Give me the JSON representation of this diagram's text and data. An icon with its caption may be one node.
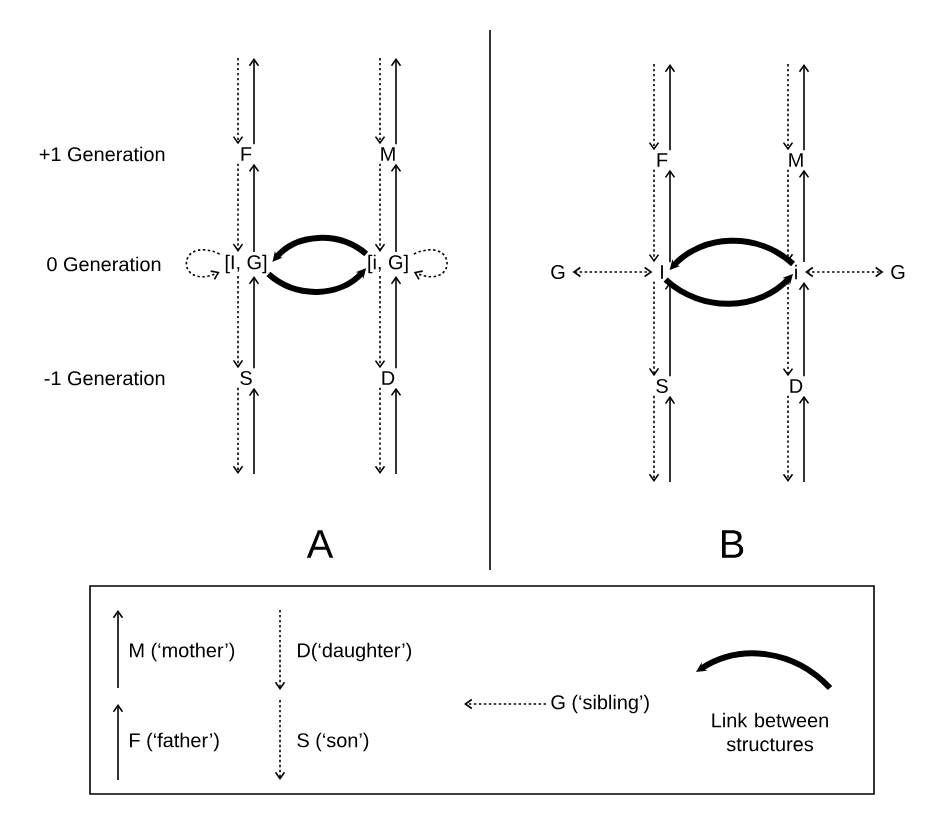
{
  "diagram": {
    "nodes": [
      {
        "text": [
          "F"
        ]
      },
      {
        "text": [
          "M"
        ]
      },
      {
        "text": [
          "[I, G]"
        ]
      },
      {
        "text": [
          "[i, G]"
        ]
      },
      {
        "text": [
          "S"
        ]
      },
      {
        "text": [
          "D"
        ]
      },
      {
        "text": [
          "F"
        ]
      },
      {
        "text": [
          "M"
        ]
      },
      {
        "text": [
          "I"
        ]
      },
      {
        "text": [
          "i"
        ]
      },
      {
        "text": [
          "S"
        ]
      },
      {
        "text": [
          "D"
        ]
      },
      {
        "text": [
          "G"
        ]
      },
      {
        "text": [
          "G"
        ]
      }
    ],
    "edges": [
      {
        "from": null,
        "to": 0,
        "arrow": "to",
        "style": "dashed"
      },
      {
        "from": 0,
        "to": null,
        "arrow": "to"
      },
      {
        "from": 0,
        "to": 2,
        "arrow": "to",
        "style": "dashed"
      },
      {
        "from": 2,
        "to": 0,
        "arrow": "to"
      },
      {
        "from": null,
        "to": 1,
        "arrow": "to",
        "style": "dashed"
      },
      {
        "from": 1,
        "to": null,
        "arrow": "to"
      },
      {
        "from": 1,
        "to": 3,
        "arrow": "to",
        "style": "dashed"
      },
      {
        "from": 3,
        "to": 1,
        "arrow": "to"
      },
      {
        "from": 2,
        "to": 4,
        "arrow": "to",
        "style": "dashed"
      },
      {
        "from": 4,
        "to": 2,
        "arrow": "to"
      },
      {
        "from": 3,
        "to": 5,
        "arrow": "to",
        "style": "dashed"
      },
      {
        "from": 5,
        "to": 3,
        "arrow": "to"
      },
      {
        "from": 4,
        "to": null,
        "arrow": "to",
        "style": "dashed"
      },
      {
        "from": null,
        "to": 4,
        "arrow": "to"
      },
      {
        "from": 5,
        "to": null,
        "arrow": "to",
        "style": "dashed"
      },
      {
        "from": null,
        "to": 5,
        "arrow": "to"
      },
      {
        "from": 2,
        "to": 2,
        "arrow": "to",
        "style": "dashed"
      },
      {
        "from": 3,
        "to": 3,
        "arrow": "to",
        "style": "dashed"
      },
      {
        "from": 3,
        "to": 2,
        "arrow": "to",
        "style": "thick"
      },
      {
        "from": 2,
        "to": 3,
        "arrow": "to",
        "style": "thick"
      },
      {
        "from": null,
        "to": 6,
        "arrow": "to",
        "style": "dashed"
      },
      {
        "from": 6,
        "to": null,
        "arrow": "to"
      },
      {
        "from": 6,
        "to": 8,
        "arrow": "to",
        "style": "dashed"
      },
      {
        "from": 8,
        "to": 6,
        "arrow": "to"
      },
      {
        "from": null,
        "to": 7,
        "arrow": "to",
        "style": "dashed"
      },
      {
        "from": 7,
        "to": null,
        "arrow": "to"
      },
      {
        "from": 7,
        "to": 9,
        "arrow": "to",
        "style": "dashed"
      },
      {
        "from": 9,
        "to": 7,
        "arrow": "to"
      },
      {
        "from": 8,
        "to": 10,
        "arrow": "to",
        "style": "dashed"
      },
      {
        "from": 10,
        "to": 8,
        "arrow": "to"
      },
      {
        "from": 9,
        "to": 11,
        "arrow": "to",
        "style": "dashed"
      },
      {
        "from": 11,
        "to": 9,
        "arrow": "to"
      },
      {
        "from": 10,
        "to": null,
        "arrow": "to",
        "style": "dashed"
      },
      {
        "from": null,
        "to": 10,
        "arrow": "to"
      },
      {
        "from": 11,
        "to": null,
        "arrow": "to",
        "style": "dashed"
      },
      {
        "from": null,
        "to": 11,
        "arrow": "to"
      },
      {
        "from": 9,
        "to": 8,
        "arrow": "to",
        "style": "thick"
      },
      {
        "from": 8,
        "to": 9,
        "arrow": "to",
        "style": "thick"
      },
      {
        "from": 12,
        "to": 8,
        "arrow": "both",
        "style": "dashed"
      },
      {
        "from": 9,
        "to": 13,
        "arrow": "both",
        "style": "dashed"
      }
    ],
    "labels": [
      "+1 Generation",
      "0 Generation",
      "-1 Generation",
      "A",
      "B"
    ],
    "legend": [
      {
        "text": "M (‘mother’)"
      },
      {
        "text": "D(‘daughter’)"
      },
      {
        "text": "F (‘father’)"
      },
      {
        "text": "S (‘son’)"
      },
      {
        "text": "G (‘sibling’)"
      },
      {
        "text": "Link between structures"
      }
    ]
  }
}
